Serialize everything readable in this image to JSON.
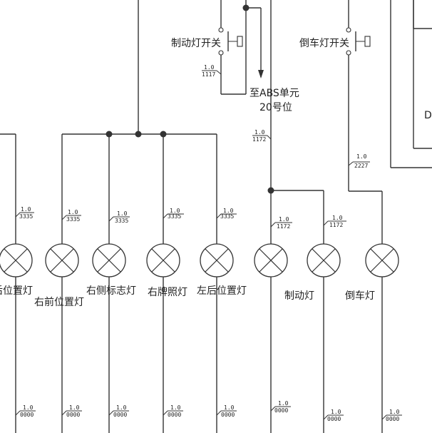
{
  "switches": {
    "brake_switch_label": "制动灯开关",
    "reverse_switch_label": "倒车灯开关"
  },
  "notes": {
    "abs_line1": "至ABS单元",
    "abs_line2": "20号位",
    "edge_fragment": "D"
  },
  "lamps": [
    {
      "label": "后位置灯"
    },
    {
      "label": "右前位置灯"
    },
    {
      "label": "右侧标志灯"
    },
    {
      "label": "右牌照灯"
    },
    {
      "label": "左后位置灯"
    },
    {
      "label": "制动灯"
    },
    {
      "label": "倒车灯"
    }
  ],
  "wires": [
    {
      "size": "1.0",
      "code": "1117"
    },
    {
      "size": "1.0",
      "code": "1172"
    },
    {
      "size": "1.0",
      "code": "2227"
    },
    {
      "size": "1.0",
      "code": "3335"
    },
    {
      "size": "1.0",
      "code": "3335"
    },
    {
      "size": "1.0",
      "code": "3335"
    },
    {
      "size": "1.0",
      "code": "3335"
    },
    {
      "size": "1.0",
      "code": "3335"
    },
    {
      "size": "1.0",
      "code": "1172"
    },
    {
      "size": "1.0",
      "code": "1172"
    },
    {
      "size": "1.0",
      "code": "0000"
    },
    {
      "size": "1.0",
      "code": "0000"
    },
    {
      "size": "1.0",
      "code": "0000"
    },
    {
      "size": "1.0",
      "code": "0000"
    },
    {
      "size": "1.0",
      "code": "0000"
    },
    {
      "size": "1.0",
      "code": "0000"
    },
    {
      "size": "1.0",
      "code": "0000"
    },
    {
      "size": "1.0",
      "code": "0000"
    }
  ]
}
